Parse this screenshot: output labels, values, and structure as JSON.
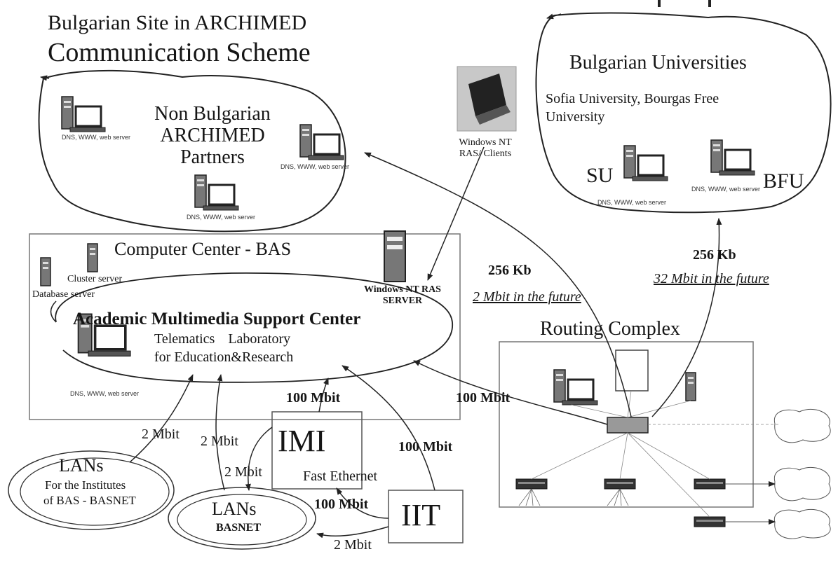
{
  "title": {
    "line1": "Bulgarian Site in ARCHIMED",
    "line2": "Communication Scheme"
  },
  "partners": {
    "title": "Non Bulgarian ARCHIMED Partners",
    "server_label": "DNS, WWW, web server"
  },
  "universities": {
    "title": "Bulgarian Universities",
    "subtitle": "Sofia University, Bourgas Free University",
    "su": "SU",
    "bfu": "BFU",
    "server_label": "DNS, WWW, web server"
  },
  "ras_clients": {
    "label": "Windows NT RAS/ Clients"
  },
  "computer_center": {
    "title": "Computer Center - BAS",
    "cluster_server": "Cluster server",
    "database_server": "Database server",
    "ras_server": "Windows NT RAS SERVER",
    "amsc": "Academic Multimedia Support Center",
    "lab_line1": "Telematics Laboratory",
    "lab_line2": "for Education&Research",
    "server_label": "DNS, WWW, web server"
  },
  "links": {
    "left_speed": "256 Kb",
    "left_future": "2 Mbit in the future",
    "right_speed": "256 Kb",
    "right_future": "32 Mbit in the future",
    "routing_100": "100 Mbit",
    "imi_100": "100 Mbit",
    "iit_100": "100 Mbit",
    "iit_imi_100": "100 Mbit",
    "lan1_2mbit": "2 Mbit",
    "lan2_2mbit": "2 Mbit",
    "imi_lan_2mbit": "2 Mbit",
    "iit_lan_2mbit": "2 Mbit"
  },
  "routing_complex": {
    "title": "Routing Complex"
  },
  "imi": {
    "title": "IMI",
    "subtitle": "Fast Ethernet"
  },
  "iit": {
    "title": "IIT"
  },
  "lans_institutes": {
    "title": "LANs",
    "line1": "For the Institutes",
    "line2": "of BAS - BASNET"
  },
  "lans_basnet": {
    "title": "LANs",
    "subtitle": "BASNET"
  }
}
